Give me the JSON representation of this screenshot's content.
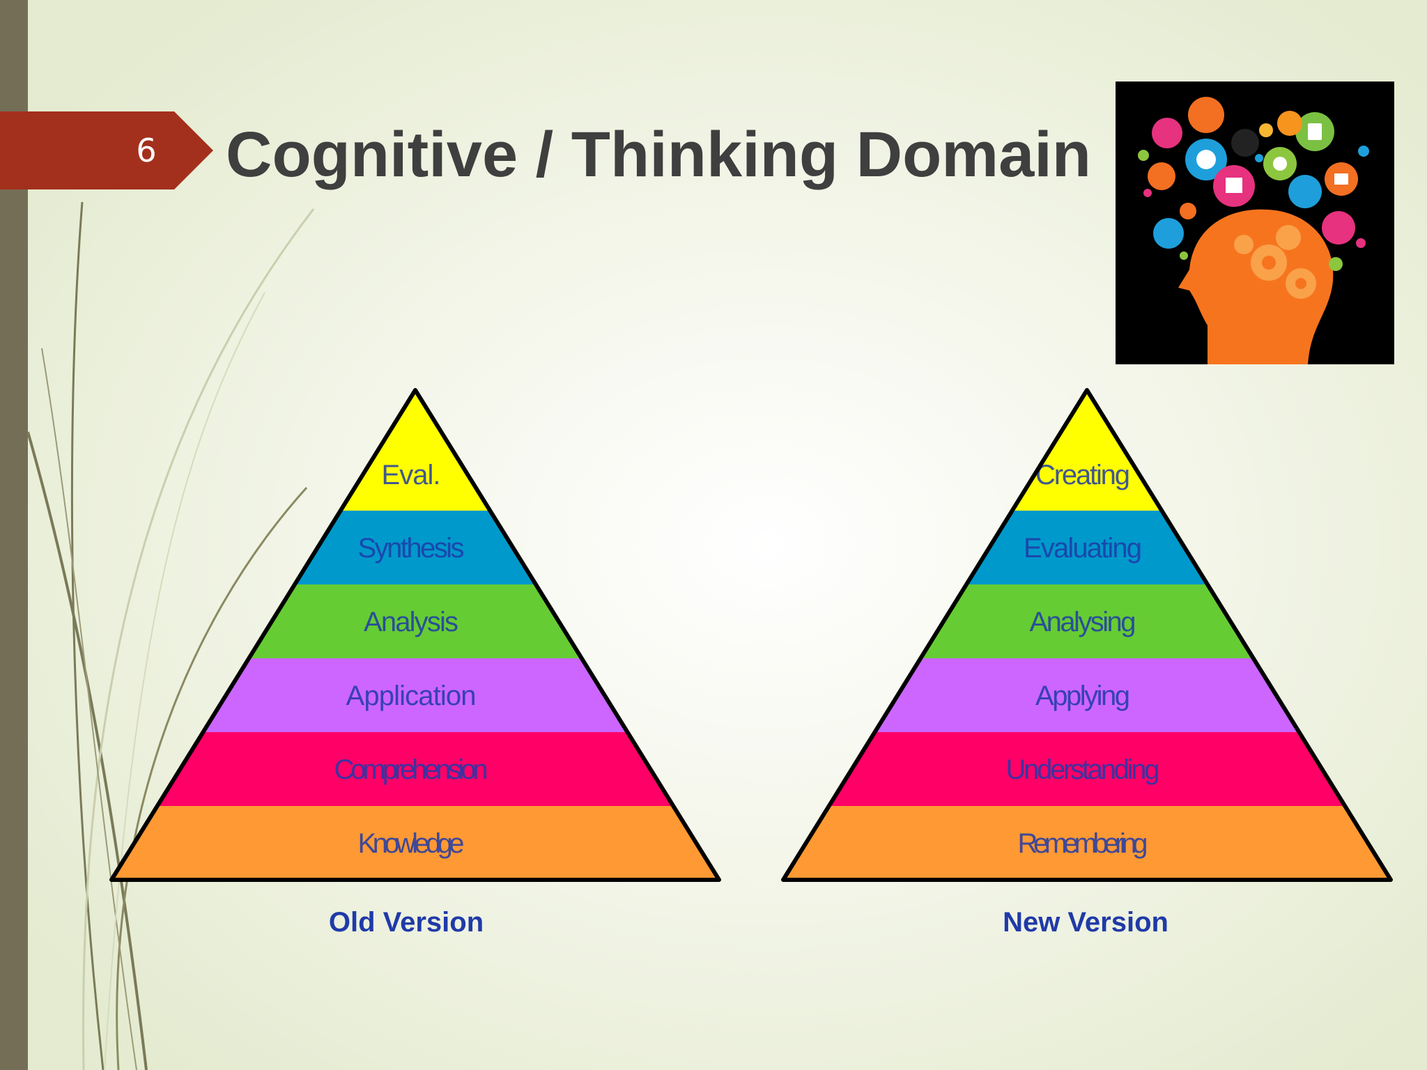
{
  "slide": {
    "number": "6",
    "title": "Cognitive / Thinking Domain"
  },
  "pyramids": [
    {
      "caption": "Old Version",
      "levels": [
        "Knowledge",
        "Comprehension",
        "Application",
        "Analysis",
        "Synthesis",
        "Eval."
      ]
    },
    {
      "caption": "New Version",
      "levels": [
        "Remembering",
        "Understanding",
        "Applying",
        "Analysing",
        "Evaluating",
        "Creating"
      ]
    }
  ],
  "colors": {
    "levels": [
      "#ff9933",
      "#ff0066",
      "#cc66ff",
      "#66cc33",
      "#0099cc",
      "#ffff00"
    ],
    "accent": "#a3301c",
    "sidebar": "#746e56",
    "caption": "#1f3aa8"
  },
  "image": {
    "icon": "brain-head-icons-image"
  }
}
